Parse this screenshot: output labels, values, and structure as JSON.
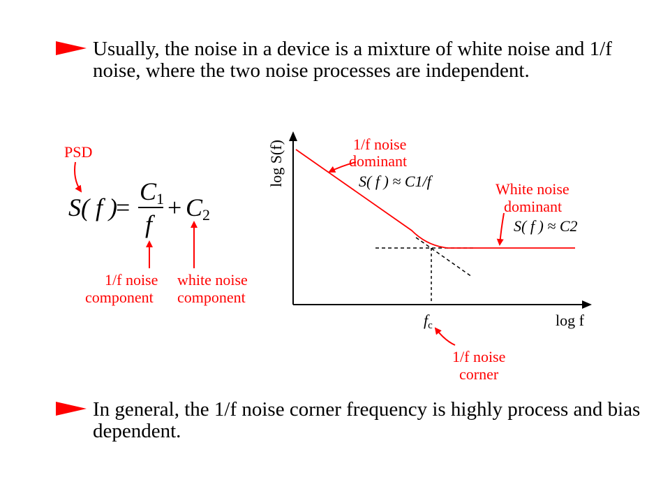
{
  "bullets": [
    {
      "text": "Usually, the noise in a device is a mixture of white noise and 1/f noise, where the two noise processes are independent."
    },
    {
      "text": "In general, the 1/f noise corner frequency is highly process and bias dependent."
    }
  ],
  "equation": {
    "lhs": "S( f )",
    "equals": "=",
    "numerator": "C",
    "numerator_sub": "1",
    "denominator": "f",
    "plus": "+",
    "term2": "C",
    "term2_sub": "2"
  },
  "labels": {
    "psd": "PSD",
    "one_over_f_component_line1": "1/f noise",
    "one_over_f_component_line2": "component",
    "white_component_line1": "white noise",
    "white_component_line2": "component"
  },
  "graph": {
    "y_axis_label": "log S(f)",
    "x_axis_label": "log f",
    "fc_label": "f",
    "fc_sub": "c",
    "one_over_f_dominant_line1": "1/f noise",
    "one_over_f_dominant_line2": "dominant",
    "one_over_f_approx": "S( f ) ≈ C1/f",
    "white_dominant_line1": "White noise",
    "white_dominant_line2": "dominant",
    "white_approx": "S( f ) ≈ C2",
    "corner_line1": "1/f noise",
    "corner_line2": "corner"
  },
  "colors": {
    "accent": "#ff0000",
    "text": "#000000",
    "background": "#ffffff"
  }
}
